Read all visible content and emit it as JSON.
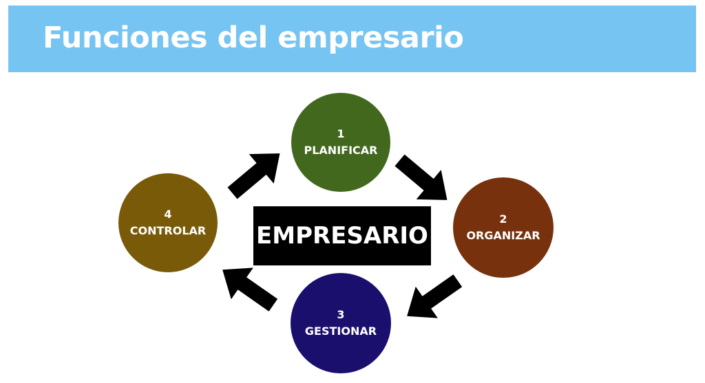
{
  "title": "Funciones del empresario",
  "center": "EMPRESARIO",
  "steps": [
    {
      "number": "1",
      "label": "PLANIFICAR",
      "color": "#42681e"
    },
    {
      "number": "2",
      "label": "ORGANIZAR",
      "color": "#77310d"
    },
    {
      "number": "3",
      "label": "GESTIONAR",
      "color": "#1b0f6e"
    },
    {
      "number": "4",
      "label": "CONTROLAR",
      "color": "#785a09"
    }
  ],
  "colors": {
    "header": "#75c4f2",
    "arrow": "#000000"
  }
}
